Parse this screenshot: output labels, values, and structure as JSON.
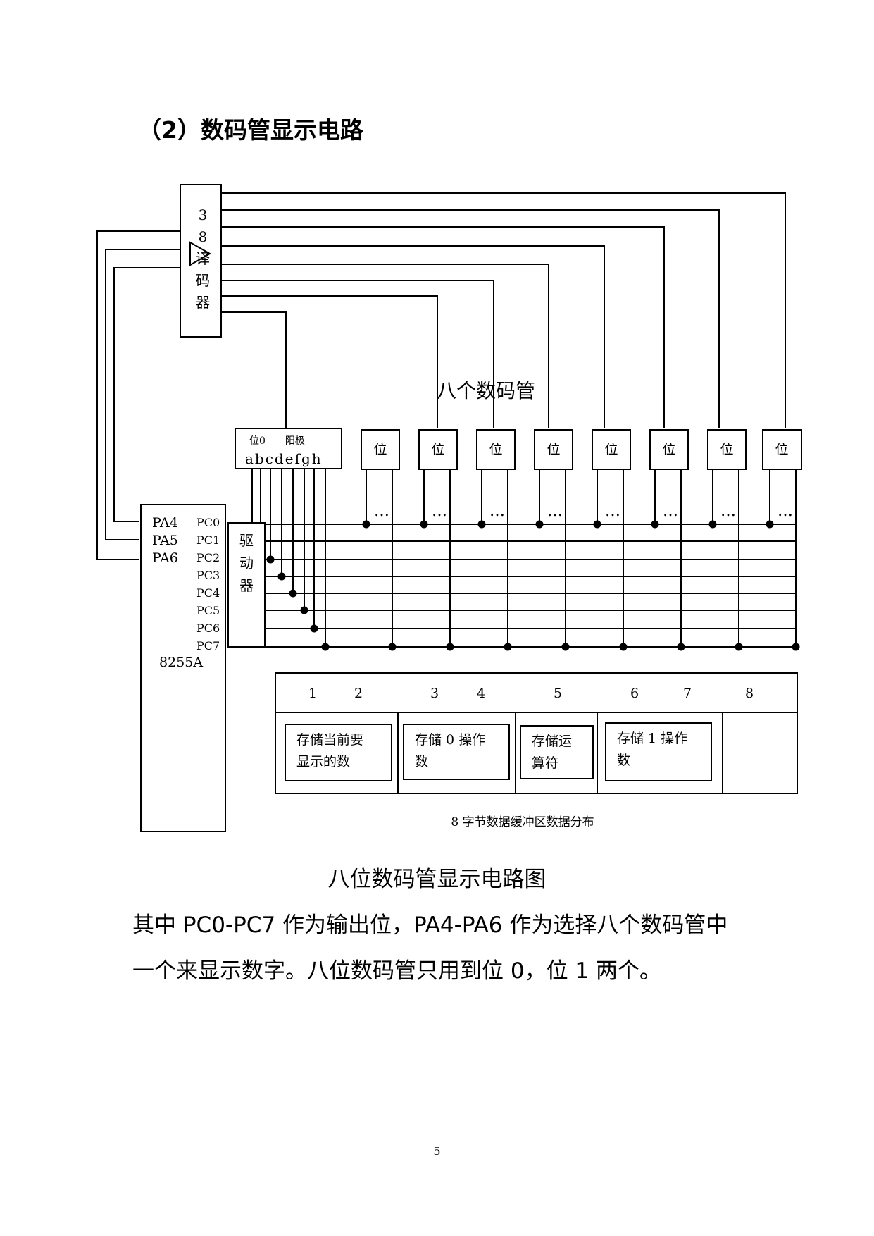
{
  "heading": "（2）数码管显示电路",
  "decoder": {
    "label_lines": [
      "3",
      "8",
      "译",
      "码",
      "器"
    ]
  },
  "display_group_label": "八个数码管",
  "digit0": {
    "top_label": "位0　　阳极",
    "segments": "abcdefgh"
  },
  "digit_label": "位",
  "digit_count": 8,
  "dots": "…",
  "chip": {
    "pa_pins": [
      "PA4",
      "PA5",
      "PA6"
    ],
    "pc_pins": [
      "PC0",
      "PC1",
      "PC2",
      "PC3",
      "PC4",
      "PC5",
      "PC6",
      "PC7"
    ],
    "name": "8255A"
  },
  "driver_label": [
    "驱",
    "动",
    "器"
  ],
  "buffer": {
    "indices": [
      "1",
      "2",
      "3",
      "4",
      "5",
      "6",
      "7",
      "8"
    ],
    "cells": [
      [
        "存储当前要",
        "显示的数"
      ],
      [
        "存储 0 操作",
        "数"
      ],
      [
        "存储运",
        "算符"
      ],
      [
        "存储 1 操作",
        "数"
      ]
    ],
    "caption": "8 字节数据缓冲区数据分布"
  },
  "figure_caption": "八位数码管显示电路图",
  "paragraph": [
    "其中 PC0-PC7 作为输出位，PA4-PA6 作为选择八个数码管中",
    "一个来显示数字。八位数码管只用到位 0，位 1 两个。"
  ],
  "page_number": "5"
}
